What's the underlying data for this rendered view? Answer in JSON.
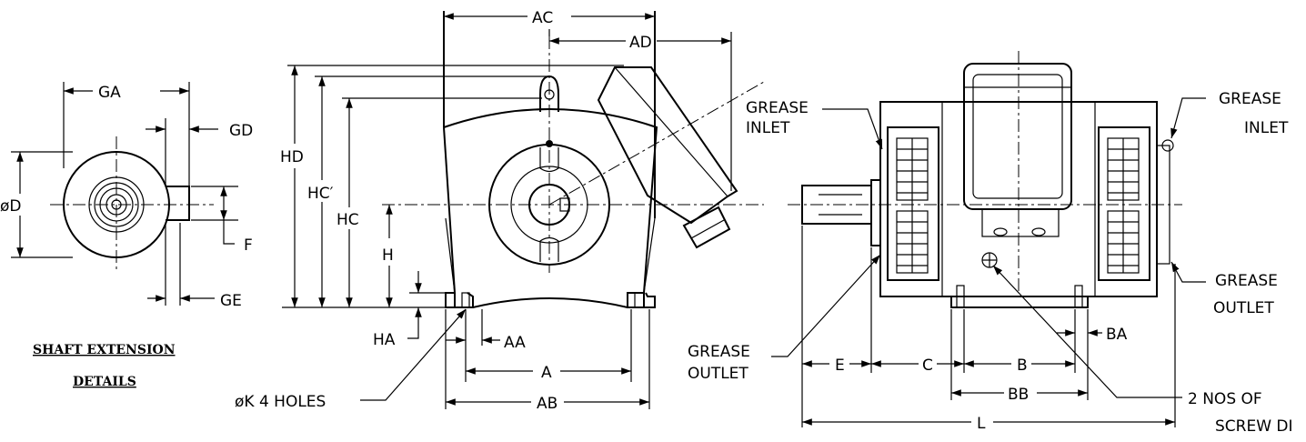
{
  "shaft_view": {
    "title_line1": "SHAFT EXTENSION",
    "title_line2": "DETAILS",
    "labels": {
      "ga": "GA",
      "gd": "GD",
      "d": "øD",
      "f": "F",
      "ge": "GE"
    }
  },
  "end_view": {
    "labels": {
      "ac": "AC",
      "ad": "AD",
      "hd": "HD",
      "hc_prime": "HC′",
      "hc": "HC",
      "h": "H",
      "ha": "HA",
      "aa": "AA",
      "a": "A",
      "ab": "AB",
      "k": "øK  4  HOLES"
    }
  },
  "side_view": {
    "labels": {
      "grease_inlet_left_1": "GREASE",
      "grease_inlet_left_2": "INLET",
      "grease_inlet_right_1": "GREASE",
      "grease_inlet_right_2": "INLET",
      "grease_outlet_right_1": "GREASE",
      "grease_outlet_right_2": "OUTLET",
      "grease_outlet_left_1": "GREASE",
      "grease_outlet_left_2": "OUTLET",
      "ba": "BA",
      "e": "E",
      "c": "C",
      "b": "B",
      "bb": "BB",
      "l": "L",
      "nos_1": "2  NOS  OF",
      "nos_2": "SCREW  DI"
    }
  }
}
